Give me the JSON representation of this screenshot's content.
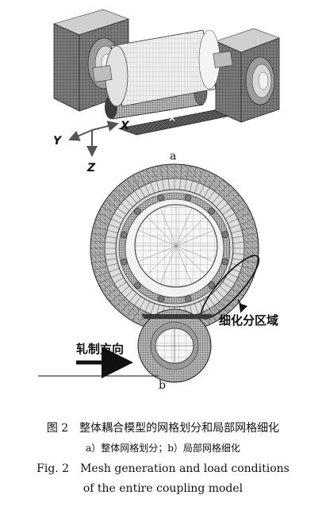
{
  "panel_labels": {
    "a": "a",
    "b": "b"
  },
  "axes": {
    "x": "X",
    "y": "Y",
    "z": "Z"
  },
  "annotations": {
    "rolling_direction": "轧制方向",
    "refined_region": "细化分区域"
  },
  "caption": {
    "cn_number": "图 2",
    "cn_title": "整体耦合模型的网格划分和局部网格细化",
    "cn_sub": "a）整体网格划分；b）局部网格细化",
    "en_number": "Fig. 2",
    "en_line1": "Mesh generation and load conditions",
    "en_line2": "of the entire coupling model"
  },
  "colors": {
    "mesh_dark": "#4a4a4a",
    "mesh_mid": "#8a8a8a",
    "mesh_light": "#d8d8d8",
    "ink": "#111111"
  }
}
